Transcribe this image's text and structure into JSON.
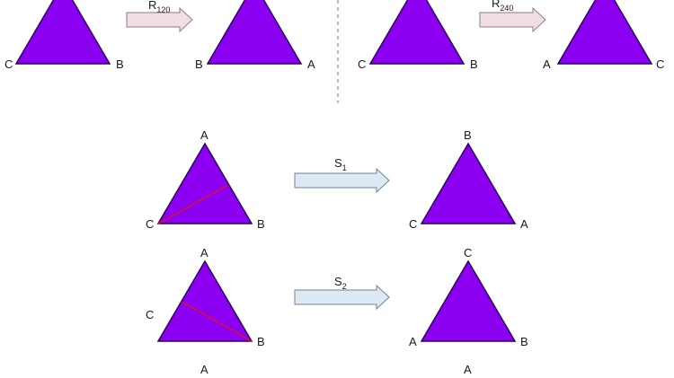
{
  "colors": {
    "triangle_fill": "#8b00f0",
    "triangle_stroke": "#2a0060",
    "rotation_arrow_fill": "#f2dde3",
    "rotation_arrow_stroke": "#8a7f86",
    "reflection_arrow_fill": "#dde9f4",
    "reflection_arrow_stroke": "#6f8295",
    "reflection_axis": "#e0102a",
    "divider": "#8c8c8c"
  },
  "rotations": [
    {
      "label": {
        "main": "R",
        "sub": "120"
      },
      "before": {
        "left": "C",
        "right": "B"
      },
      "after": {
        "left": "B",
        "right": "A"
      }
    },
    {
      "label": {
        "main": "R",
        "sub": "240"
      },
      "before": {
        "left": "C",
        "right": "B"
      },
      "after": {
        "left": "A",
        "right": "C"
      }
    }
  ],
  "reflections": [
    {
      "label": {
        "main": "S",
        "sub": "1"
      },
      "before": {
        "top": "A",
        "left": "C",
        "right": "B"
      },
      "after": {
        "top": "B",
        "left": "C",
        "right": "A"
      }
    },
    {
      "label": {
        "main": "S",
        "sub": "2"
      },
      "before": {
        "top": "A",
        "side": "C",
        "right": "B",
        "bottom": "A"
      },
      "after": {
        "top": "C",
        "left": "A",
        "right": "B",
        "bottom": "A"
      }
    }
  ]
}
